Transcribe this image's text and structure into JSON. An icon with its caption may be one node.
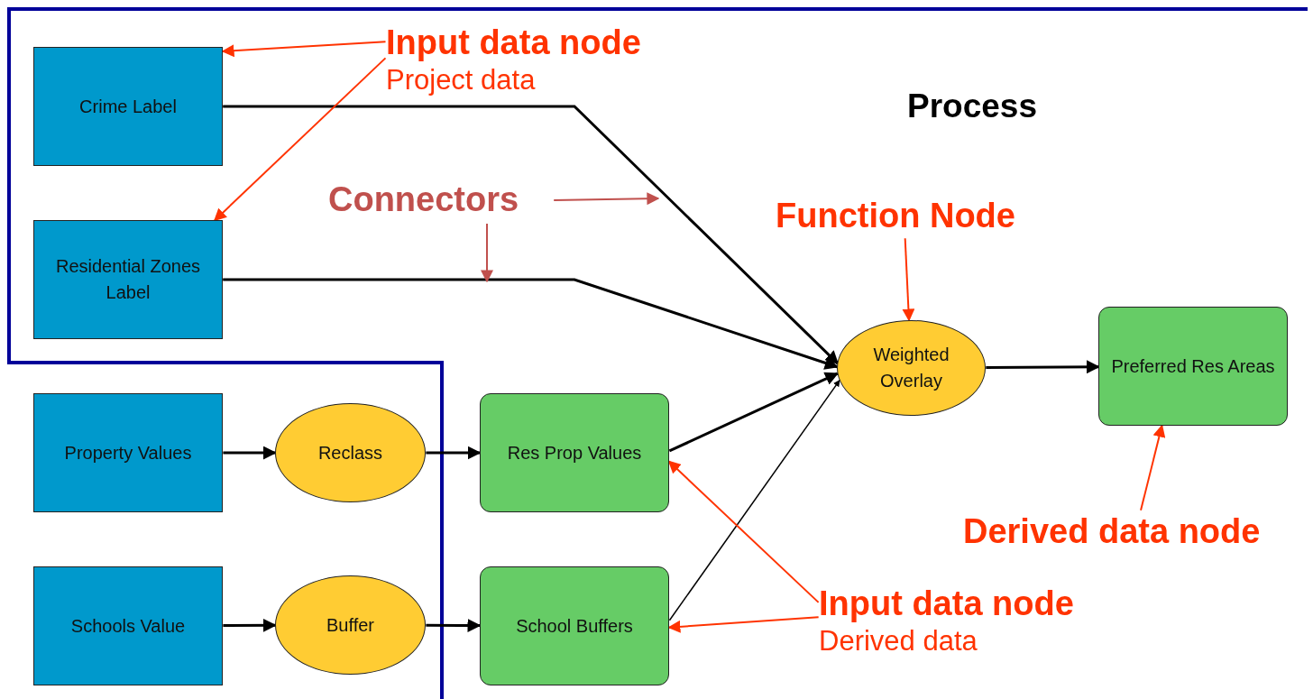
{
  "diagram": {
    "nodes": [
      {
        "text": [
          "Crime Label"
        ]
      },
      {
        "text": [
          "Residential Zones Label"
        ]
      },
      {
        "text": [
          "Property Values"
        ]
      },
      {
        "text": [
          "Schools Value"
        ]
      },
      {
        "text": [
          "Reclass"
        ]
      },
      {
        "text": [
          "Buffer"
        ]
      },
      {
        "text": [
          "Res Prop Values"
        ]
      },
      {
        "text": [
          "School Buffers"
        ]
      },
      {
        "text": [
          "Weighted Overlay"
        ]
      },
      {
        "text": [
          "Preferred Res Areas"
        ]
      },
      {
        "text": [
          "Input data node",
          "Project data"
        ]
      },
      {
        "text": [
          "Connectors"
        ]
      },
      {
        "text": [
          "Function Node"
        ]
      },
      {
        "text": [
          "Derived data node"
        ]
      },
      {
        "text": [
          "Input data node",
          "Derived data"
        ]
      }
    ],
    "edges": [
      {
        "from": 0,
        "to": 8,
        "arrow": "to"
      },
      {
        "from": 1,
        "to": 8,
        "arrow": "to"
      },
      {
        "from": 6,
        "to": 8,
        "arrow": "to"
      },
      {
        "from": 7,
        "to": 8,
        "arrow": "to"
      },
      {
        "from": 2,
        "to": 4,
        "arrow": "to"
      },
      {
        "from": 4,
        "to": 6,
        "arrow": "to"
      },
      {
        "from": 3,
        "to": 5,
        "arrow": "to"
      },
      {
        "from": 5,
        "to": 7,
        "arrow": "to"
      },
      {
        "from": 8,
        "to": 9,
        "arrow": "to"
      },
      {
        "from": 10,
        "to": 0,
        "arrow": "to",
        "color": "#ff3300"
      },
      {
        "from": 10,
        "to": 1,
        "arrow": "to",
        "color": "#ff3300"
      },
      {
        "from": 11,
        "to": null,
        "arrow": "to",
        "color": "#c0504d"
      },
      {
        "from": 11,
        "to": null,
        "arrow": "to",
        "color": "#c0504d"
      },
      {
        "from": 12,
        "to": 8,
        "arrow": "to",
        "color": "#ff3300"
      },
      {
        "from": 13,
        "to": 9,
        "arrow": "to",
        "color": "#ff3300"
      },
      {
        "from": 14,
        "to": 6,
        "arrow": "to",
        "color": "#ff3300"
      },
      {
        "from": 14,
        "to": 7,
        "arrow": "to",
        "color": "#ff3300"
      }
    ],
    "labels": [
      "Process"
    ]
  }
}
